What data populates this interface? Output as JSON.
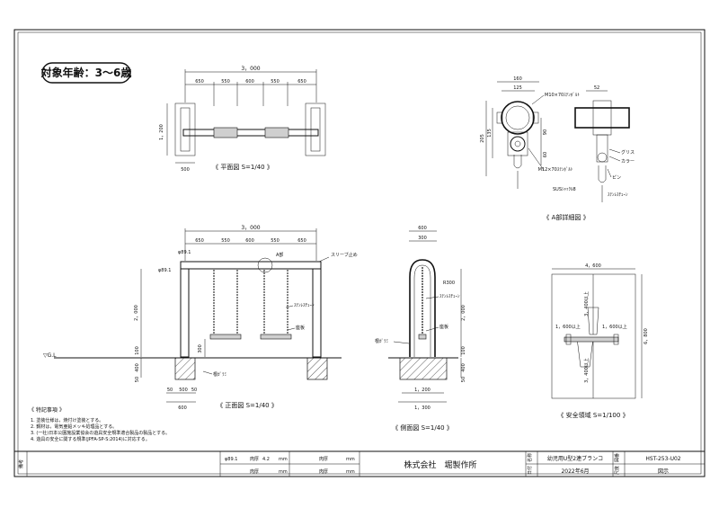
{
  "badge": {
    "age_label": "対象年齢：3～6歳"
  },
  "plan_view": {
    "caption": "《 平面図 S=1/40 》",
    "overall": "3，000",
    "spans": [
      "650",
      "550",
      "600",
      "550",
      "650"
    ],
    "depth": "1，200",
    "base": "500"
  },
  "detail_view": {
    "caption": "《 A部詳細図 》",
    "dim_top": "160",
    "dim_sub": "125",
    "dim_side": "52",
    "dim_h_outer": "205",
    "dim_h_inner": "135",
    "dim_90": "90",
    "dim_60": "60",
    "bolt_top": "M10×70ｽﾃﾝﾎﾞﾙﾄ",
    "bolt_bottom": "M12×70ｽﾃﾝﾎﾞﾙﾄ",
    "grease": "グリス",
    "collar": "カラー",
    "pin": "ピン",
    "shackle": "SUSｼｬｯｸﾙ8",
    "chain": "ｽﾃﾝﾚｽﾁｪｰﾝ"
  },
  "front_view": {
    "caption": "《 正面図 S=1/40 》",
    "overall": "3，000",
    "spans": [
      "650",
      "550",
      "600",
      "550",
      "650"
    ],
    "pipe_top": "φ89.1",
    "pipe_side": "φ89.1",
    "marker_a": "A部",
    "sleeve_stop": "スリーブ止め",
    "height": "2，000",
    "chain": "ｽﾃﾝﾚｽﾁｪｰﾝ",
    "seat": "座板",
    "seat_height": "300",
    "gl": "▽G.L",
    "depth_100": "100",
    "depth_400": "400",
    "depth_50": "50",
    "root_weld": "根ｶﾞﾗﾐ",
    "base_spans": [
      "50",
      "500",
      "50"
    ],
    "base_total": "600"
  },
  "side_view": {
    "caption": "《 側面図 S=1/40 》",
    "top": "600",
    "sub": "300",
    "radius": "R300",
    "chain": "ｽﾃﾝﾚｽﾁｪｰﾝ",
    "seat": "座板",
    "root_weld": "根ｶﾞﾗﾐ",
    "height": "2，000",
    "depth_100": "100",
    "depth_400": "400",
    "depth_50": "50",
    "base_inner": "1，200",
    "base_outer": "1，300"
  },
  "safety_view": {
    "caption": "《 安全領域 S=1/100 》",
    "width": "4，600",
    "height": "6，800",
    "radius_top": "3，400以上",
    "radius_bottom": "3，400以上",
    "left_label": "1，600以上",
    "right_label": "1，600以上"
  },
  "notes": {
    "title": "《 特記事項 》",
    "items": [
      "1. 塗装仕様は，焼付け塗装とする。",
      "2. 鋼材は，電気亜鉛メッキ処理品とする。",
      "3. (一社)日本公園施設業協会の遊具安全規準適合製品の製品とする。",
      "4. 遊具の安全に関する規準(JPFA-SP-S:2014)に対応する。"
    ]
  },
  "title_block": {
    "remarks_label": "備考",
    "spec_label_1": "φ89.1",
    "spec_label_2": "肉厚",
    "spec_value_1": "4.2",
    "spec_value_2": "",
    "spec_unit": "mm",
    "mid_label_1": "肉厚",
    "mid_label_2": "肉厚",
    "mid_unit": "mm",
    "company": "株式会社　堀製作所",
    "name_label": "名称",
    "name_value": "幼児用U型2連ブランコ",
    "date_label": "日付",
    "date_value": "2022年6月",
    "drawing_no_label": "図番",
    "drawing_no": "HST-253-U02",
    "scale_label": "尺度",
    "scale_value": "図示"
  }
}
